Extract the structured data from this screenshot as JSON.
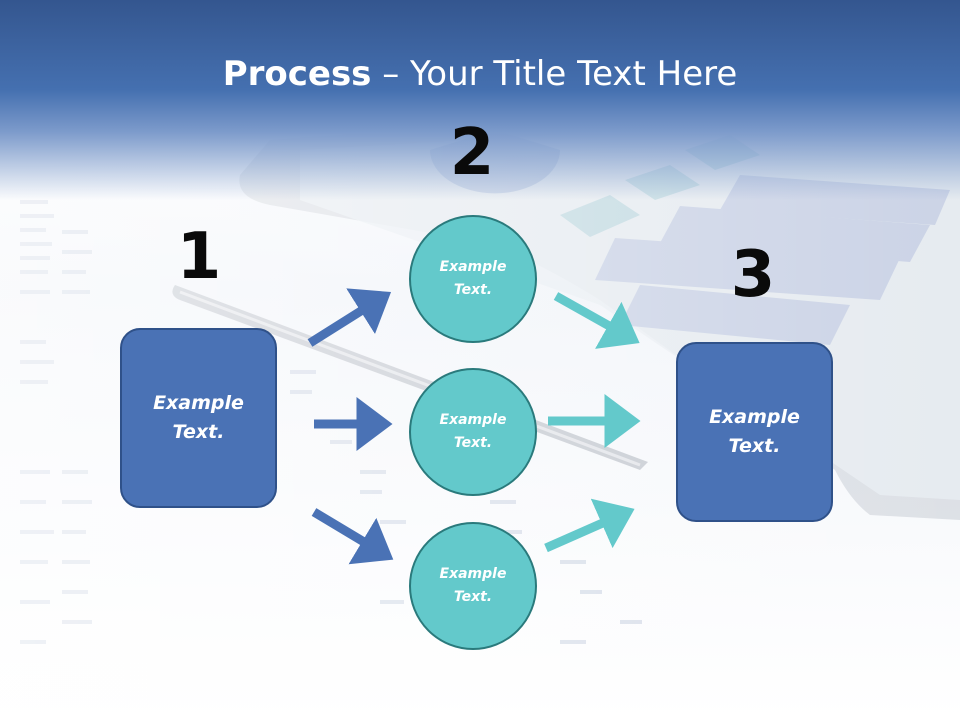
{
  "title": {
    "bold": "Process",
    "rest": " – Your Title Text Here"
  },
  "steps": [
    {
      "number": "1",
      "text_line1": "Example",
      "text_line2": "Text."
    },
    {
      "number": "2"
    },
    {
      "number": "3",
      "text_line1": "Example",
      "text_line2": "Text."
    }
  ],
  "circles": [
    {
      "text_line1": "Example",
      "text_line2": "Text."
    },
    {
      "text_line1": "Example",
      "text_line2": "Text."
    },
    {
      "text_line1": "Example",
      "text_line2": "Text."
    }
  ],
  "colors": {
    "box_fill": "#4a72b5",
    "circle_fill": "#63c9cb",
    "arrow_blue": "#4a72b5",
    "arrow_teal": "#63c9cb",
    "header": "#3f67a8"
  }
}
